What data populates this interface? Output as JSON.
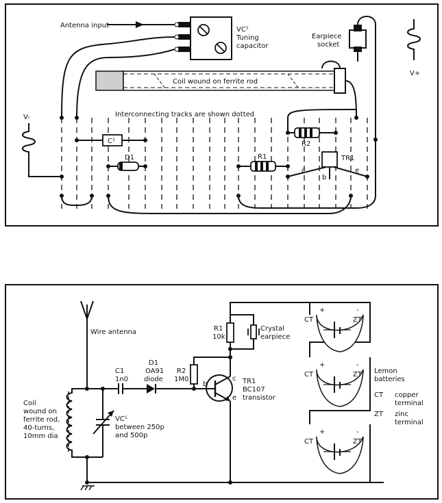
{
  "layout_panel": {
    "antenna_input": "Antenna input",
    "vc1_label": "VC¹",
    "tuning": "Tuning",
    "capacitor": "capacitor",
    "earpiece_1": "Earpiece",
    "earpiece_2": "socket",
    "v_plus": "V+",
    "v_minus": "V-",
    "coil_label": "Coil wound on ferrite rod",
    "tracks_note": "Interconnecting tracks are shown dotted",
    "c1": "C¹",
    "d1": "D1",
    "r1": "R1",
    "r2": "R2",
    "tr1": "TR1",
    "pin_c": "c",
    "pin_b": "b",
    "pin_e": "e"
  },
  "schematic_panel": {
    "wire_antenna": "Wire antenna",
    "coil_lines": [
      "Coil",
      "wound on",
      "ferrite rod,",
      "40-turns,",
      "10mm dia"
    ],
    "c1_lines": [
      "C1",
      "1n0"
    ],
    "d1_lines": [
      "D1",
      "OA91",
      "diode"
    ],
    "r2_lines": [
      "R2",
      "1M0"
    ],
    "r1_lines": [
      "R1",
      "10k"
    ],
    "crystal_lines": [
      "Crystal",
      "earpiece"
    ],
    "tr_lines": [
      "TR1",
      "BC107",
      "transistor"
    ],
    "vc1_lines": [
      "VC¹",
      "between 250p",
      "and 500p"
    ],
    "pin_b": "b",
    "pin_c": "c",
    "pin_e": "e",
    "lemon_lines": [
      "Lemon",
      "batteries"
    ],
    "ct": "CT",
    "zt": "ZT",
    "ct_lines": [
      "copper",
      "terminal"
    ],
    "zt_lines": [
      "zinc",
      "terminal"
    ],
    "plus": "+",
    "minus": "-"
  }
}
